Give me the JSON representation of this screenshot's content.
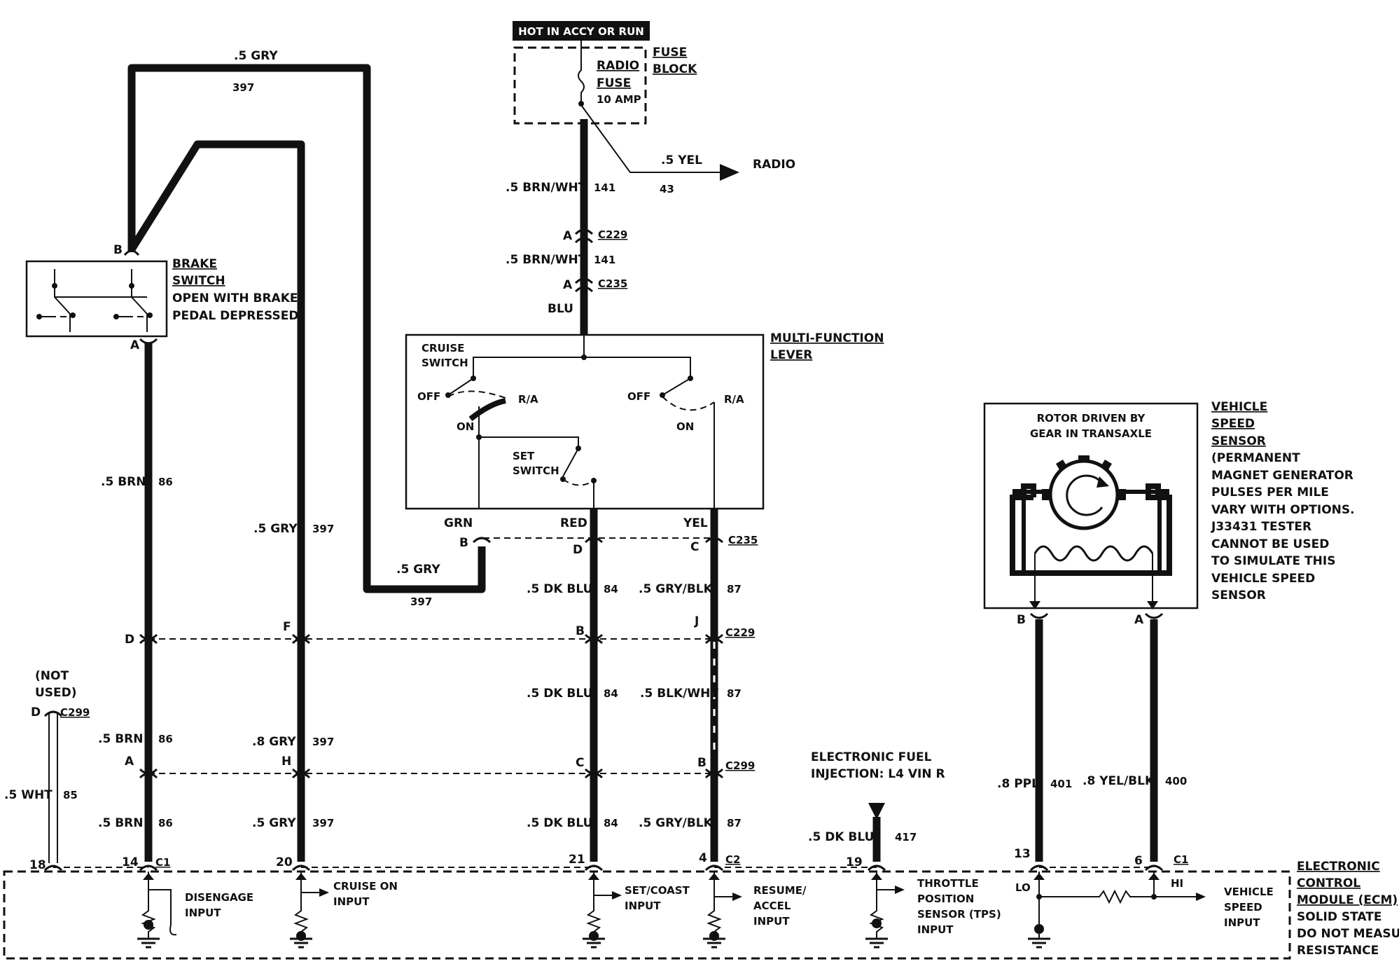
{
  "hot_label": "HOT IN ACCY OR RUN",
  "fuse_block": {
    "line1": "FUSE",
    "line2": "BLOCK"
  },
  "radio_fuse": {
    "line1": "RADIO",
    "line2": "FUSE",
    "rating": "10 AMP"
  },
  "radio": {
    "label": "RADIO",
    "wire": ".5 YEL",
    "circuit": "43"
  },
  "feed": {
    "wire1": ".5 BRN/WHT",
    "circ1": "141",
    "wire2": ".5 BRN/WHT",
    "circ2": "141",
    "wire3": "BLU",
    "c229": "C229",
    "c235": "C235",
    "pin": "A"
  },
  "brake_switch": {
    "title1": "BRAKE",
    "title2": "SWITCH",
    "desc1": "OPEN WITH BRAKE",
    "desc2": "PEDAL DEPRESSED",
    "pin_b": "B",
    "pin_a": "A"
  },
  "top_wire": {
    "label": ".5 GRY",
    "circuit": "397"
  },
  "multi_function": {
    "title1": "MULTI-FUNCTION",
    "title2": "LEVER",
    "cruise1": "CRUISE",
    "cruise2": "SWITCH",
    "off1": "OFF",
    "ra1": "R/A",
    "on1": "ON",
    "off2": "OFF",
    "ra2": "R/A",
    "on2": "ON",
    "set1": "SET",
    "set2": "SWITCH",
    "grn": "GRN",
    "red": "RED",
    "yel": "YEL"
  },
  "c235_row": {
    "b": "B",
    "d": "D",
    "c": "C",
    "label": "C235"
  },
  "gry_loop": {
    "label": ".5 GRY",
    "circuit": "397"
  },
  "c229_row": {
    "d": "D",
    "f": "F",
    "b": "B",
    "j": "J",
    "label": "C229"
  },
  "c299_row": {
    "a": "A",
    "h": "H",
    "c": "C",
    "b": "B",
    "label": "C299"
  },
  "not_used": {
    "line1": "(NOT",
    "line2": "USED)",
    "pin": "D",
    "label": "C299",
    "wire": ".5 WHT",
    "circuit": "85"
  },
  "wires": {
    "brn1": ".5 BRN",
    "brn1c": "86",
    "brn2": ".5 BRN",
    "brn2c": "86",
    "brn3": ".5 BRN",
    "brn3c": "86",
    "gry1": ".5 GRY",
    "gry1c": "397",
    "gry2": ".8 GRY",
    "gry2c": "397",
    "gry3": ".5 GRY",
    "gry3c": "397",
    "dkblu1": ".5 DK BLU",
    "dkblu1c": "84",
    "dkblu2": ".5 DK BLU",
    "dkblu2c": "84",
    "dkblu3": ".5 DK BLU",
    "dkblu3c": "84",
    "grayblk1": ".5 GRY/BLK",
    "grayblk1c": "87",
    "blkwht": ".5 BLK/WHT",
    "blkwhtc": "87",
    "grayblk2": ".5 GRY/BLK",
    "grayblk2c": "87"
  },
  "efi": {
    "line1": "ELECTRONIC FUEL",
    "line2": "INJECTION: L4 VIN R",
    "wire": ".5 DK BLU",
    "circuit": "417",
    "pin": "19"
  },
  "vss": {
    "inner1": "ROTOR DRIVEN BY",
    "inner2": "GEAR IN TRANSAXLE",
    "title1": "VEHICLE",
    "title2": "SPEED",
    "title3": "SENSOR",
    "desc": [
      "(PERMANENT",
      "MAGNET GENERATOR",
      "PULSES PER MILE",
      "VARY WITH OPTIONS.",
      "J33431 TESTER",
      "CANNOT BE USED",
      "TO SIMULATE THIS",
      "VEHICLE SPEED",
      "SENSOR"
    ],
    "pin_b": "B",
    "pin_a": "A",
    "wire_lo": ".8 PPL",
    "circ_lo": "401",
    "wire_hi": ".8 YEL/BLK",
    "circ_hi": "400"
  },
  "ecm_pins": {
    "p18": "18",
    "p14": "14",
    "c1a": "C1",
    "p20": "20",
    "p21": "21",
    "p4": "4",
    "c2": "C2",
    "p13": "13",
    "p6": "6",
    "c1b": "C1"
  },
  "ecm": {
    "disengage1": "DISENGAGE",
    "disengage2": "INPUT",
    "cruise1": "CRUISE ON",
    "cruise2": "INPUT",
    "setcoast1": "SET/COAST",
    "setcoast2": "INPUT",
    "resume1": "RESUME/",
    "resume2": "ACCEL",
    "resume3": "INPUT",
    "tps1": "THROTTLE",
    "tps2": "POSITION",
    "tps3": "SENSOR (TPS)",
    "tps4": "INPUT",
    "lo": "LO",
    "hi": "HI",
    "vsi1": "VEHICLE",
    "vsi2": "SPEED",
    "vsi3": "INPUT",
    "title": [
      "ELECTRONIC",
      "CONTROL",
      "MODULE (ECM)",
      "SOLID STATE",
      "DO NOT MEASURE",
      "RESISTANCE"
    ]
  }
}
